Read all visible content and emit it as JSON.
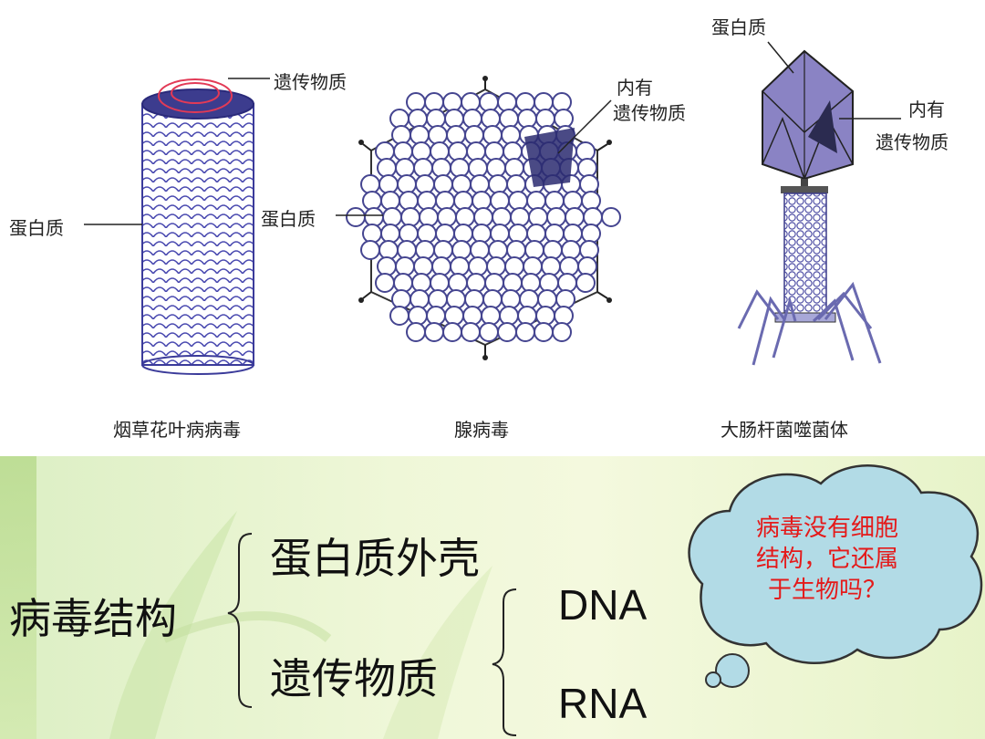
{
  "figure": {
    "tmv": {
      "name": "烟草花叶病病毒",
      "label_genetic": "遗传物质",
      "label_protein": "蛋白质"
    },
    "adenovirus": {
      "name": "腺病毒",
      "label_inner_line1": "内有",
      "label_inner_line2": "遗传物质",
      "label_protein": "蛋白质"
    },
    "phage": {
      "name": "大肠杆菌噬菌体",
      "label_protein": "蛋白质",
      "label_inner_line1": "内有",
      "label_inner_line2": "遗传物质"
    }
  },
  "structure": {
    "title": "病毒结构",
    "part1": "蛋白质外壳",
    "part2": "遗传物质",
    "type1": "DNA",
    "type2": "RNA"
  },
  "callout": {
    "line1": "病毒没有细胞",
    "line2": "结构，它还属",
    "line3": "于生物吗？"
  }
}
